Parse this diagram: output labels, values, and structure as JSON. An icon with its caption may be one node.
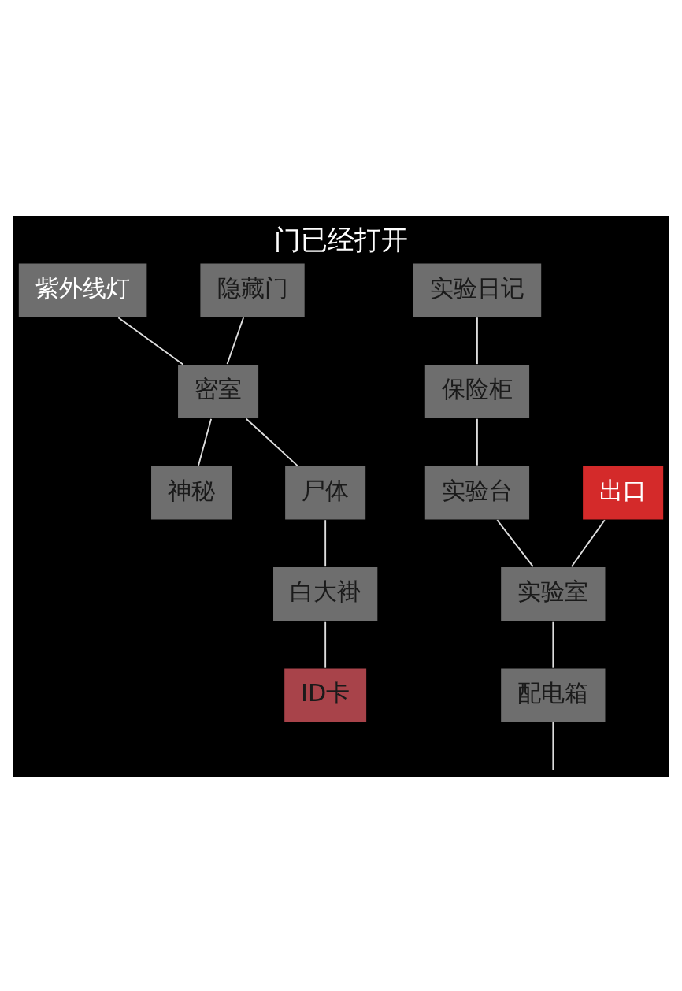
{
  "diagram": {
    "title": "门已经打开",
    "nodes": [
      {
        "text": [
          "紫外线灯"
        ]
      },
      {
        "text": [
          "隐藏门"
        ]
      },
      {
        "text": [
          "密室"
        ]
      },
      {
        "text": [
          "神秘"
        ]
      },
      {
        "text": [
          "实验日记"
        ]
      },
      {
        "text": [
          "保险柜"
        ]
      },
      {
        "text": [
          "尸体"
        ]
      },
      {
        "text": [
          "实验台"
        ]
      },
      {
        "text": [
          "出口"
        ]
      },
      {
        "text": [
          "白大褂"
        ]
      },
      {
        "text": [
          "实验室"
        ]
      },
      {
        "text": [
          "ID卡"
        ]
      },
      {
        "text": [
          "配电箱"
        ]
      }
    ],
    "edges": [
      {
        "from": 0,
        "to": 2,
        "arrow": "none"
      },
      {
        "from": 1,
        "to": 2,
        "arrow": "none"
      },
      {
        "from": 2,
        "to": 3,
        "arrow": "none"
      },
      {
        "from": 2,
        "to": 6,
        "arrow": "none"
      },
      {
        "from": 6,
        "to": 9,
        "arrow": "none"
      },
      {
        "from": 9,
        "to": 11,
        "arrow": "none"
      },
      {
        "from": 4,
        "to": 5,
        "arrow": "none"
      },
      {
        "from": 5,
        "to": 7,
        "arrow": "none"
      },
      {
        "from": 7,
        "to": 10,
        "arrow": "none"
      },
      {
        "from": 8,
        "to": 10,
        "arrow": "none"
      },
      {
        "from": 10,
        "to": 12,
        "arrow": "none"
      },
      {
        "from": 12,
        "to": null,
        "arrow": "none"
      }
    ]
  }
}
